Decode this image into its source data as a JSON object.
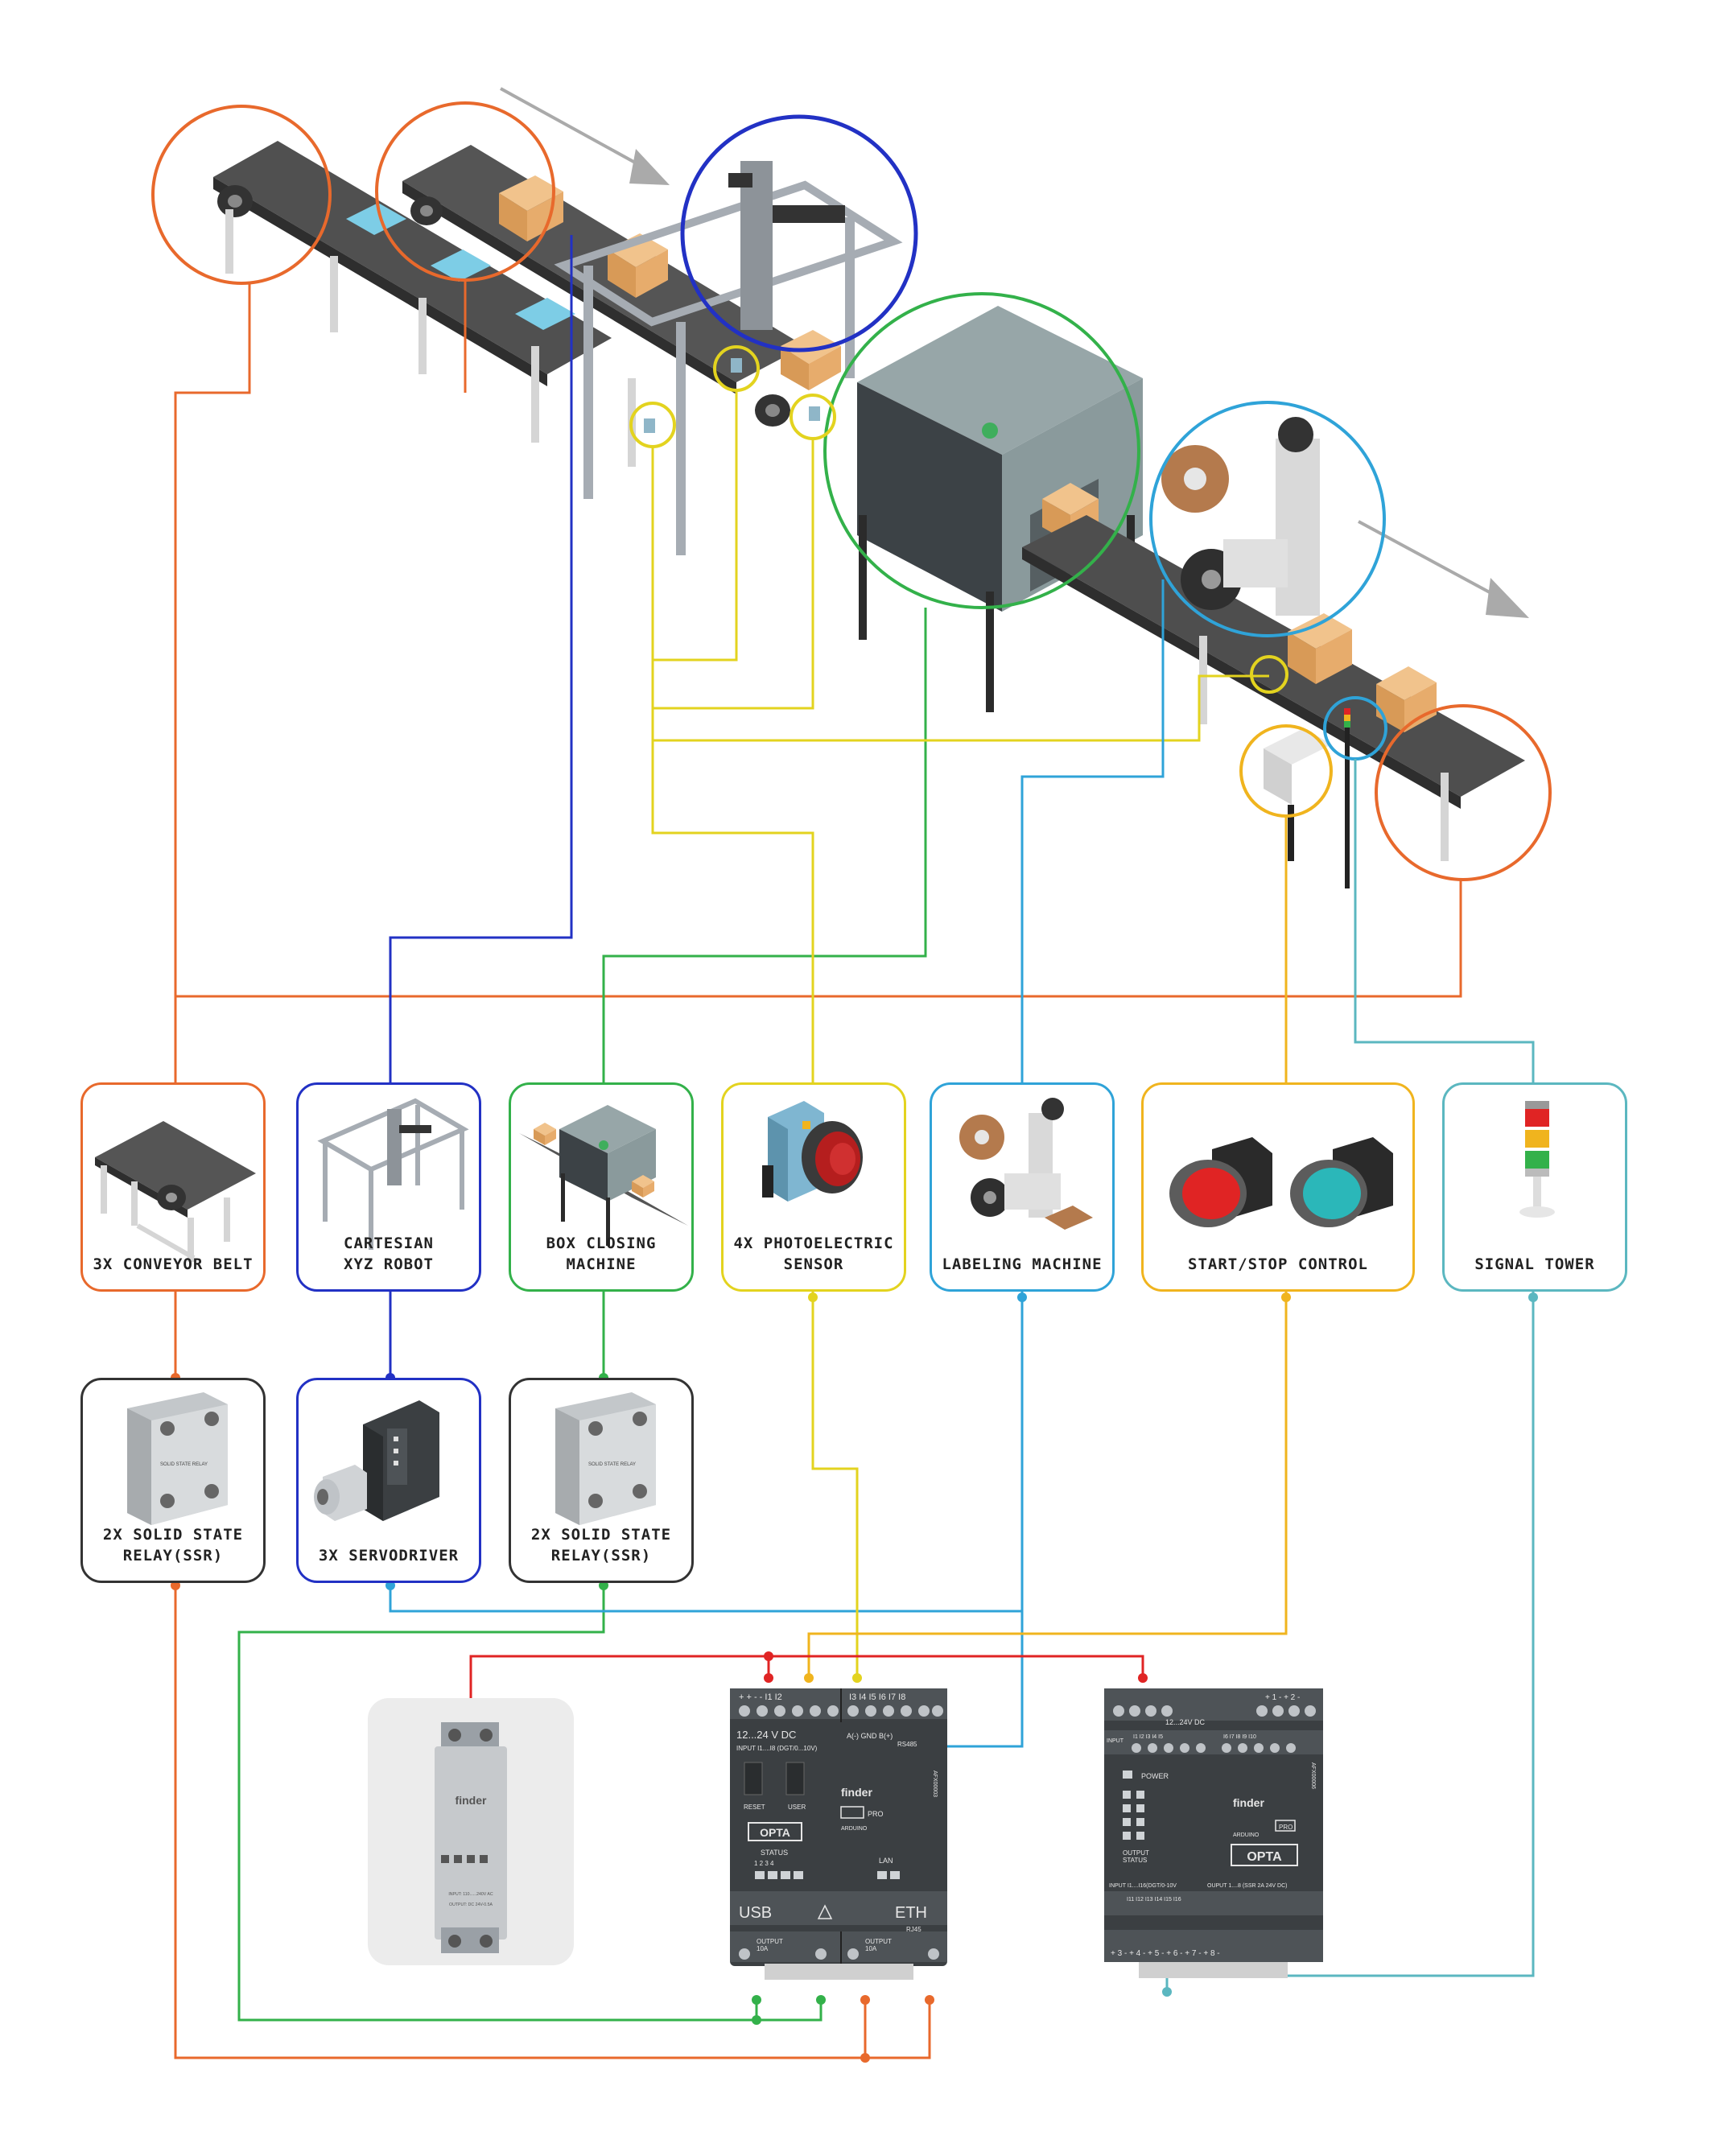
{
  "colors": {
    "orange": "#e8692c",
    "blue": "#2231c4",
    "green": "#33b14a",
    "yellow": "#e3d31f",
    "cyan": "#2fa3d8",
    "amber": "#f0b41e",
    "teal": "#5bb7c0",
    "red": "#e02424",
    "gray": "#555555",
    "belt": "#4a4a4a",
    "box": "#e2a86a",
    "panel": "#3b3f42"
  },
  "components": [
    {
      "id": "conveyor",
      "label": "3X CONVEYOR BELT",
      "icon": "conveyor-belt-icon",
      "color": "orange"
    },
    {
      "id": "robot",
      "label": "CARTESIAN\nXYZ ROBOT",
      "icon": "cartesian-robot-icon",
      "color": "blue"
    },
    {
      "id": "box_closing",
      "label": "BOX CLOSING\nMACHINE",
      "icon": "box-closing-machine-icon",
      "color": "green"
    },
    {
      "id": "photo",
      "label": "4X PHOTOELECTRIC\nSENSOR",
      "icon": "photoelectric-sensor-icon",
      "color": "yellow"
    },
    {
      "id": "labeling",
      "label": "LABELING MACHINE",
      "icon": "labeling-machine-icon",
      "color": "cyan"
    },
    {
      "id": "startstop",
      "label": "START/STOP CONTROL",
      "icon": "start-stop-buttons-icon",
      "color": "amber"
    },
    {
      "id": "tower",
      "label": "SIGNAL TOWER",
      "icon": "signal-tower-icon",
      "color": "teal"
    }
  ],
  "drivers": [
    {
      "id": "ssr1",
      "label": "2X SOLID STATE\nRELAY(SSR)",
      "icon": "solid-state-relay-icon",
      "relay_text": "SOLID STATE RELAY"
    },
    {
      "id": "servo",
      "label": "3X SERVODRIVER",
      "icon": "servo-driver-icon"
    },
    {
      "id": "ssr2",
      "label": "2X SOLID STATE\nRELAY(SSR)",
      "icon": "solid-state-relay-icon",
      "relay_text": "SOLID STATE RELAY"
    }
  ],
  "power_supply": {
    "brand": "finder",
    "input": "INPUT: 110......240V AC",
    "output": "OUTPUT: DC 24V-0.5A"
  },
  "opta": {
    "top_left_terminals": "+  +  -  -  I1  I2",
    "top_right_terminals": "I3  I4  I5  I6  I7  I8",
    "supply": "12...24 V DC",
    "inputs": "INPUT I1....I8 (DGT/0...10V)",
    "rs485": "A(-) GND B(+)",
    "rs485_label": "RS485",
    "reset": "RESET",
    "user": "USER",
    "brand": "finder",
    "pro": "PRO",
    "arduino": "ARDUINO",
    "name": "OPTA",
    "status": "STATUS",
    "status_nums": "1  2  3  4",
    "lan": "LAN",
    "usb": "USB",
    "eth": "ETH",
    "rj45": "RJ45",
    "output_left": "OUTPUT\n10A",
    "output_right": "OUTPUT\n10A",
    "serial": "AFX00003"
  },
  "expansion": {
    "supply": "12...24V DC",
    "input_label": "INPUT",
    "input_pins": "I1  I2  I3  I4  I5",
    "input_pins2": "I6  I7  I8  I9  I10",
    "top_right": "+ 1 -  + 2 -",
    "power": "POWER",
    "output_status": "OUTPUT\nSTATUS",
    "brand": "finder",
    "arduino": "ARDUINO",
    "pro": "PRO",
    "name": "OPTA",
    "bottom_left": "INPUT I1....I16(DGT/0-10V",
    "bottom_right": "OUPUT 1....8 (SSR 2A 24V DC)",
    "bottom_pins": "I11 I12 I13   I14 I15 I16",
    "bottom_terminals": "+ 3 -  + 4 -  + 5 -   + 6 -  + 7 -  + 8 -",
    "serial": "AFX00006"
  }
}
